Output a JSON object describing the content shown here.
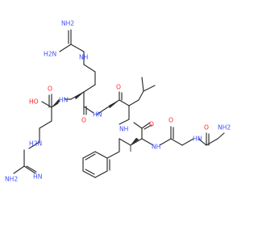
{
  "molecule": {
    "colors": {
      "bond": "#2b2b2b",
      "nitrogen": "#3d4fff",
      "oxygen": "#ff1f1f"
    },
    "labels": {
      "top_nh2": "NH2",
      "top_nh": "NH",
      "top_h2n": "H2N",
      "amide_hn1": "HN",
      "ho": "HO",
      "acid_o": "O",
      "amide_o1": "O",
      "amide_hn2": "HN",
      "amide_o2": "O",
      "amide_nh3": "NH",
      "amide_o3": "O",
      "left_h2n": "H2N",
      "left_nh2": "NH2",
      "left_hn": "HN",
      "amide_nh4": "NH",
      "amide_o4": "O",
      "amide_hn5": "HN",
      "amide_o5": "O",
      "terminal_nh2": "NH2"
    }
  }
}
